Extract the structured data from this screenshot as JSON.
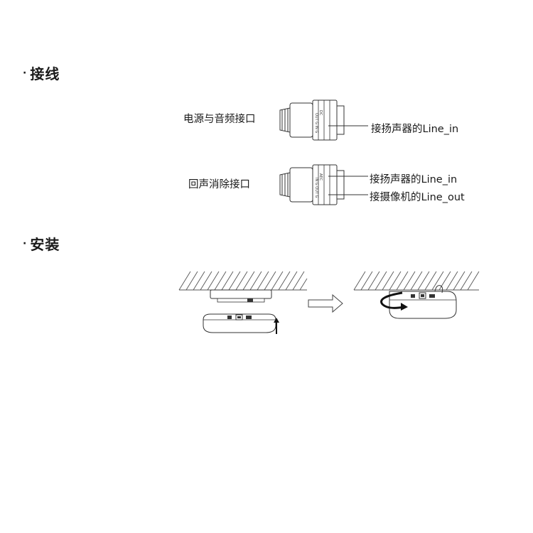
{
  "sections": {
    "wiring": {
      "bullet": "·",
      "title": "接线"
    },
    "install": {
      "bullet": "·",
      "title": "安装"
    }
  },
  "connectors": [
    {
      "label": "电源与音频接口",
      "pins_top": "DC",
      "pins_mid": "OUT G IN G",
      "callouts": [
        "接扬声器的Line_in"
      ]
    },
    {
      "label": "回声消除接口",
      "pins_top": "AEC",
      "pins_mid": "IN G OUT G",
      "callouts": [
        "接扬声器的Line_in",
        "接摄像机的Line_out"
      ]
    }
  ],
  "icons": {
    "arrow": "right-arrow-icon",
    "push": "up-arrow-icon",
    "twist": "rotate-arrow-icon"
  }
}
